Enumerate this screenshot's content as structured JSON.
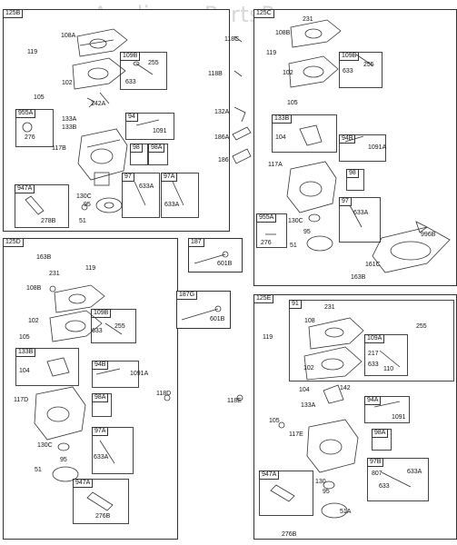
{
  "watermark": "AppliancePartsPros.com",
  "panels": {
    "p125B": "125B",
    "p125C": "125C",
    "p125D": "125D",
    "p125E": "125E",
    "p187": "187",
    "p187G": "187G"
  },
  "subassemblies": {
    "s955A_1": "955A",
    "s109B_1": "109B",
    "s94": "94",
    "s98_1": "98",
    "s98A_1": "98A",
    "s97_1": "97",
    "s97A_1": "97A",
    "s947A_1": "947A",
    "s109B_2": "109B",
    "s133B_2": "133B",
    "s94B_2": "94B",
    "s98_2": "98",
    "s97_2": "97",
    "s955A_2": "955A",
    "s109B_3": "109B",
    "s133B_3": "133B",
    "s94B_3": "94B",
    "s98A_3": "98A",
    "s97A_3": "97A",
    "s947A_3": "947A",
    "s91": "91",
    "s109A": "109A",
    "s94A": "94A",
    "s98A_4": "98A",
    "s97B": "97B",
    "s947A_4": "947A"
  },
  "labels": [
    "108A",
    "119",
    "255",
    "633",
    "102",
    "105",
    "142A",
    "133A",
    "133B",
    "1091",
    "117B",
    "276",
    "633A",
    "633A",
    "130C",
    "95",
    "278B",
    "51",
    "118C",
    "118B",
    "132A",
    "186A",
    "186",
    "231",
    "108B",
    "119",
    "633",
    "255",
    "102",
    "105",
    "104",
    "1091A",
    "117A",
    "633A",
    "130C",
    "95",
    "276",
    "51",
    "996B",
    "161C",
    "163B",
    "163B",
    "231",
    "119",
    "108B",
    "633",
    "255",
    "102",
    "105",
    "104",
    "1091A",
    "117D",
    "633A",
    "130C",
    "95",
    "51",
    "276B",
    "601B",
    "601B",
    "118D",
    "118E",
    "231",
    "108",
    "119",
    "255",
    "217",
    "633",
    "110",
    "102",
    "104",
    "142",
    "133A",
    "105",
    "1091",
    "117E",
    "807",
    "633A",
    "633",
    "130",
    "95",
    "51A",
    "276B"
  ]
}
